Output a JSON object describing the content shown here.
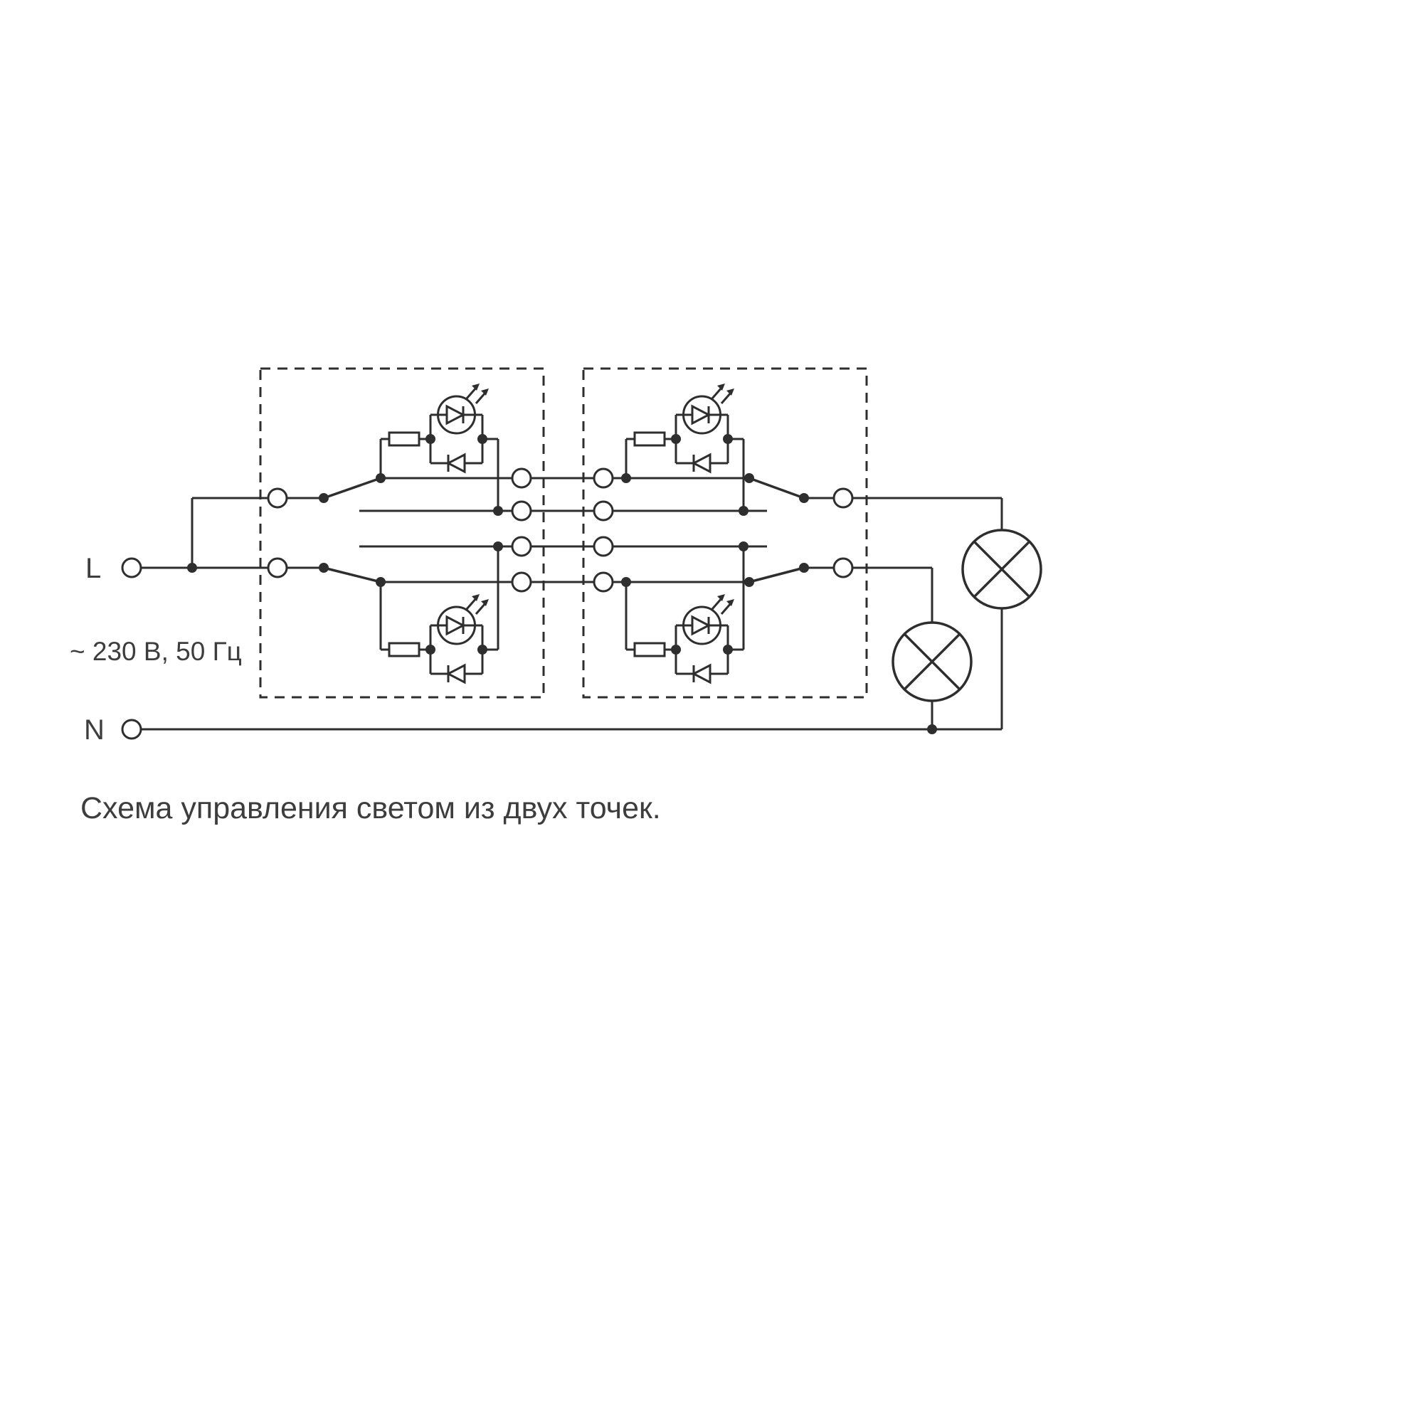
{
  "diagram": {
    "labels": {
      "line_terminal": "L",
      "neutral_terminal": "N",
      "supply": "~ 230 В, 50 Гц",
      "caption": "Схема управления светом из двух точек."
    },
    "colors": {
      "stroke": "#2e2e2e",
      "text": "#3d3d3d",
      "background": "#ffffff"
    },
    "components": {
      "switch_units": 2,
      "lamps": 2,
      "led_indicators": 4
    }
  }
}
